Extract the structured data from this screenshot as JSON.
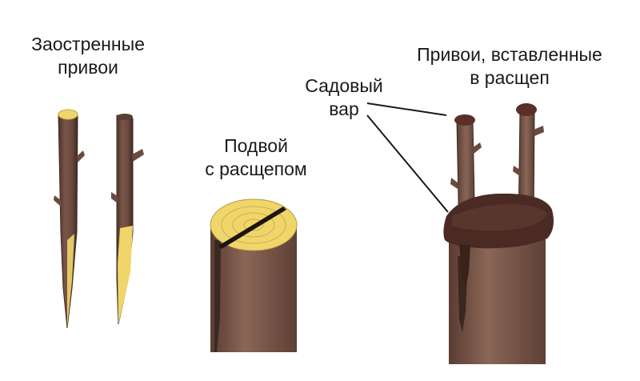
{
  "labels": {
    "sharpened_scions": [
      "Заостренные",
      "привои"
    ],
    "rootstock_split": [
      "Подвой",
      "с расщепом"
    ],
    "garden_pitch": [
      "Садовый",
      "вар"
    ],
    "scions_inserted": [
      "Привои, вставленные",
      "в расщеп"
    ]
  },
  "colors": {
    "bark": "#6b4a3f",
    "bark_dark": "#4e342b",
    "cut_wood": "#f0d66a",
    "pitch": "#4a2a22",
    "line": "#1a1a1a",
    "background": "#ffffff"
  }
}
